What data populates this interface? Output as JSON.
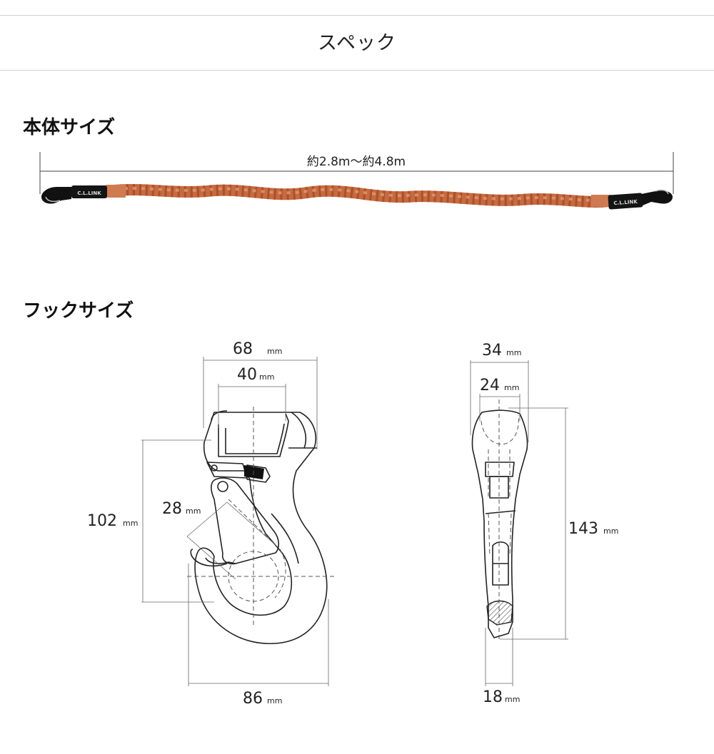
{
  "page_title": "スペック",
  "sections": {
    "body_size": {
      "heading": "本体サイズ",
      "length_label": "約2.8m〜約4.8m",
      "brand_text": "C.L.LINK"
    },
    "hook_size": {
      "heading": "フックサイズ",
      "front": {
        "width_outer": "68",
        "width_gate": "40",
        "opening": "28",
        "height": "102",
        "width_bottom": "86"
      },
      "side": {
        "width_top_outer": "34",
        "width_top_inner": "24",
        "height": "143",
        "width_bottom": "18"
      },
      "unit": "mm"
    }
  },
  "colors": {
    "cord": "#c8693f",
    "cord_dark": "#8e3f1f",
    "cord_light": "#e19a72",
    "line": "#222222",
    "hidden_line": "#555555"
  }
}
